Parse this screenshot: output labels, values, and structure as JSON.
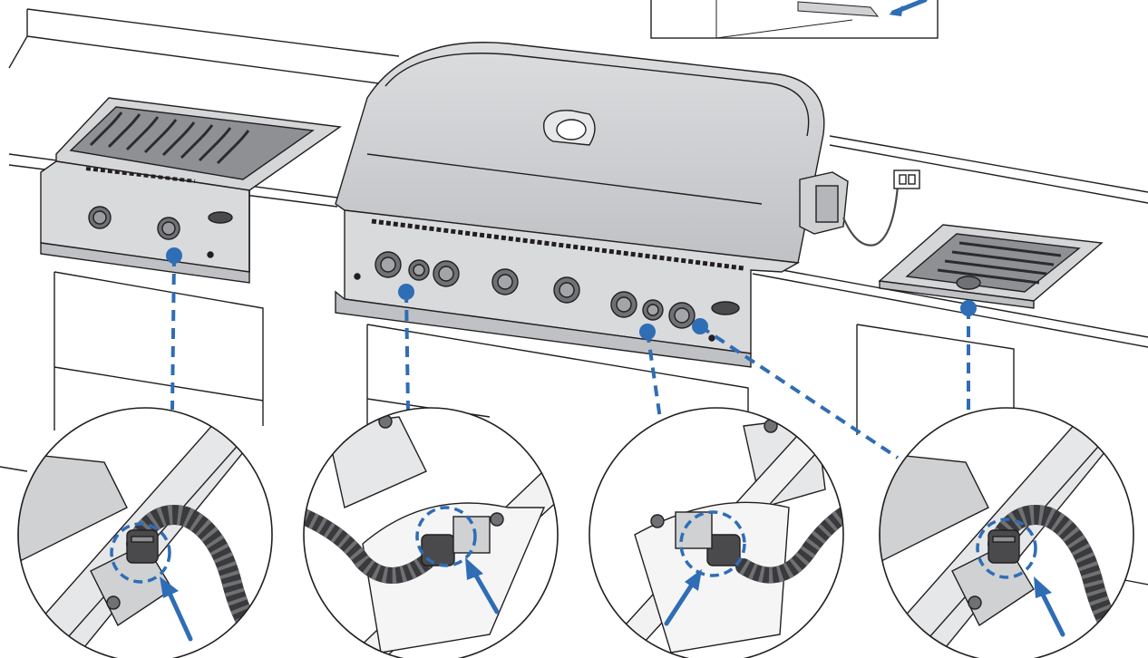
{
  "figure": {
    "kind": "grill-installation-diagram",
    "callout_count": 4,
    "components": [
      {
        "name": "side-burner-left",
        "detail": "connector-detail-1"
      },
      {
        "name": "main-grill",
        "detail": "connector-detail-2"
      },
      {
        "name": "main-grill-right-valve",
        "detail": "connector-detail-3"
      },
      {
        "name": "side-burner-right",
        "detail": "connector-detail-4"
      }
    ],
    "colors": {
      "accent": "#2f6db5",
      "line": "#231f20",
      "steel": "#cfd1d3",
      "steel_dark": "#8e9093",
      "hose": "#4a4a4c"
    }
  }
}
